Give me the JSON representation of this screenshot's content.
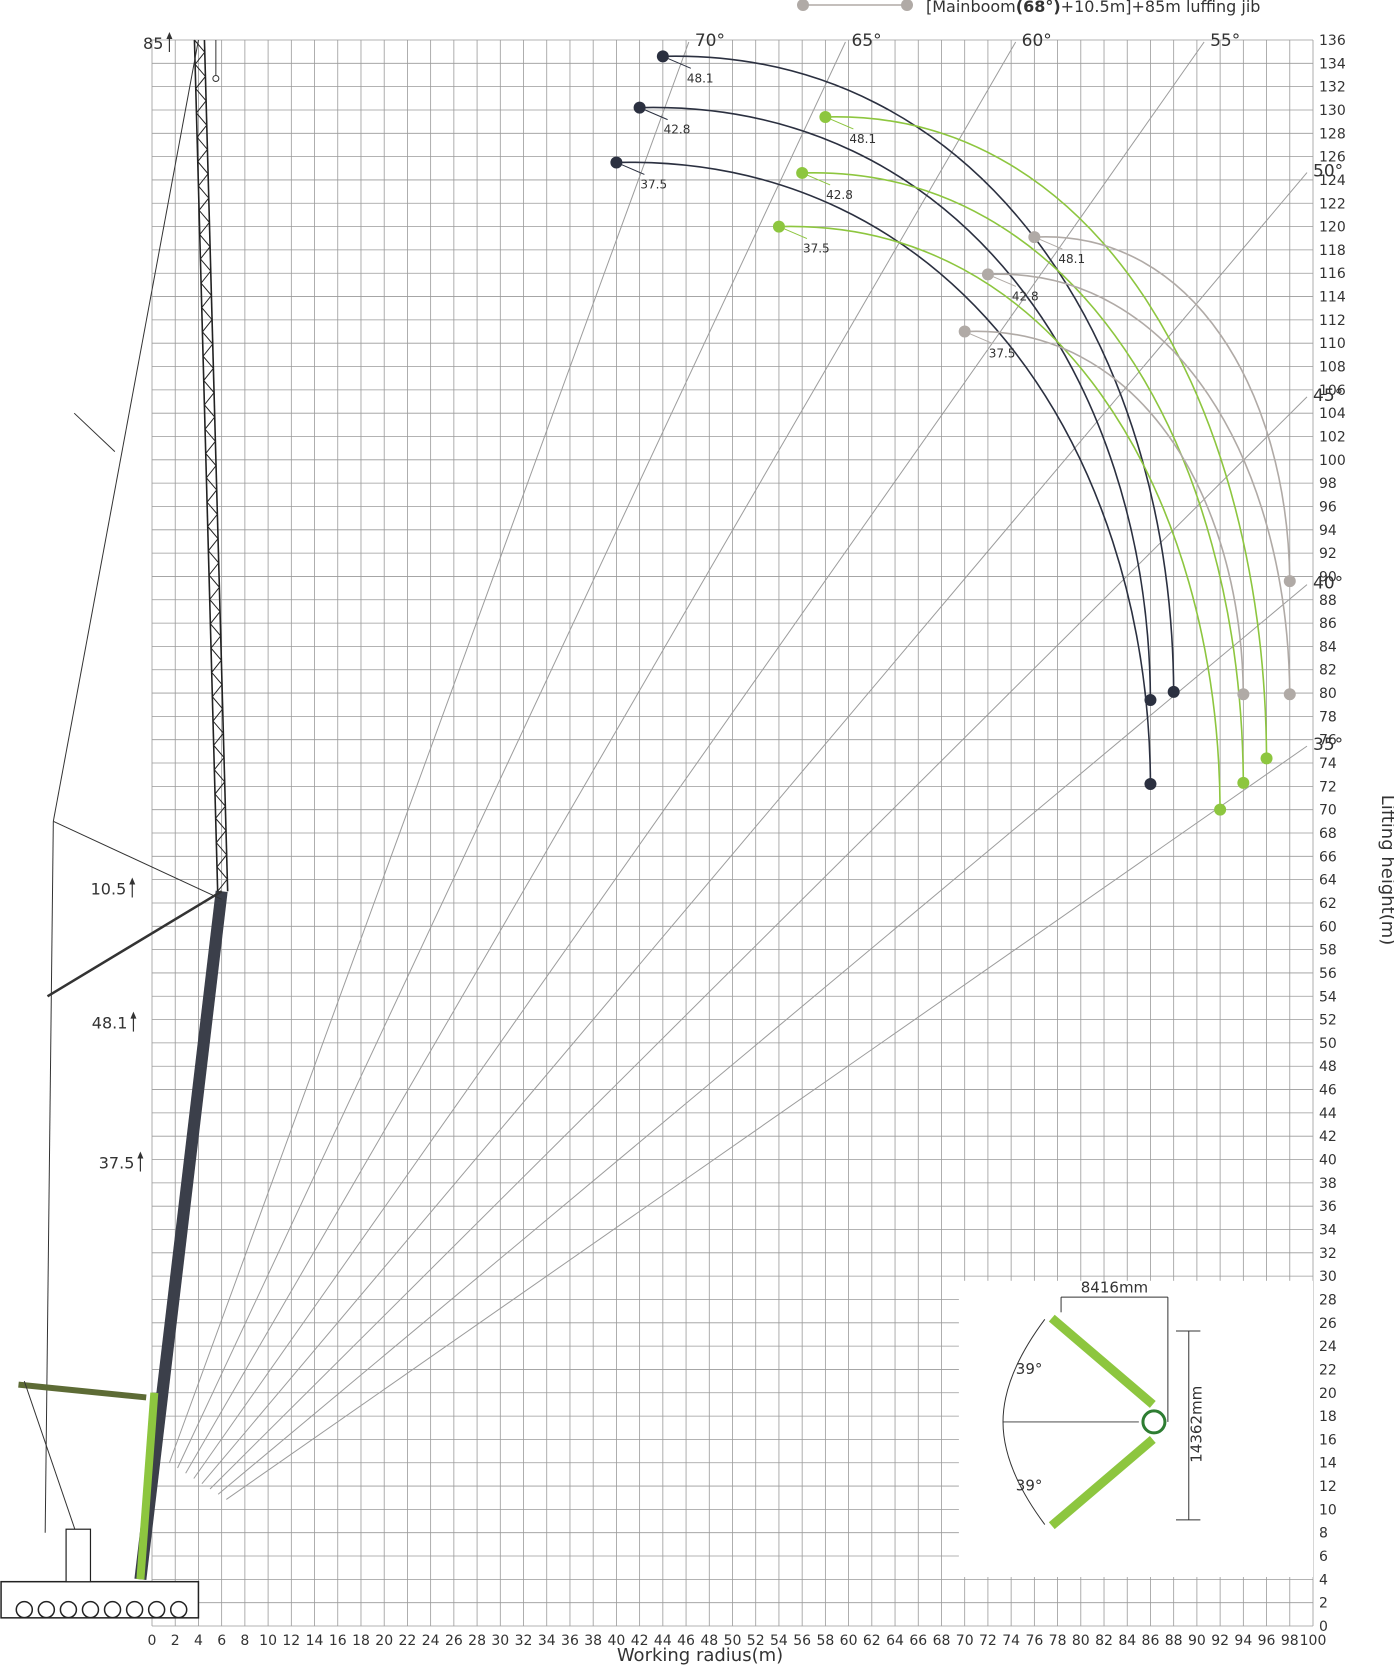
{
  "chart_data": {
    "type": "line",
    "xlabel": "Working radius(m)",
    "ylabel": "Lifting height(m)",
    "xlim": [
      0,
      100
    ],
    "ylim": [
      0,
      136
    ],
    "x_tick_step": 2,
    "y_tick_step": 2,
    "grid": true,
    "legend": {
      "position": "top-right",
      "label_prefix": "[Mainboom",
      "label_bold": "(68°)",
      "label_suffix": "+10.5m]+85m luffing jib",
      "color": "#b0aaa6"
    },
    "boom_angles": [
      {
        "label": "70°",
        "angle": 70
      },
      {
        "label": "65°",
        "angle": 65
      },
      {
        "label": "60°",
        "angle": 60
      },
      {
        "label": "55°",
        "angle": 55
      },
      {
        "label": "50°",
        "angle": 50
      },
      {
        "label": "45°",
        "angle": 45
      },
      {
        "label": "40°",
        "angle": 40
      },
      {
        "label": "35°",
        "angle": 35
      }
    ],
    "series": [
      {
        "label": "48.1",
        "color": "#2b3040",
        "points": [
          [
            44,
            134.6
          ],
          [
            88,
            80.1
          ]
        ]
      },
      {
        "label": "42.8",
        "color": "#2b3040",
        "points": [
          [
            42,
            130.2
          ],
          [
            86,
            79.4
          ]
        ]
      },
      {
        "label": "37.5",
        "color": "#2b3040",
        "points": [
          [
            40,
            125.5
          ],
          [
            86,
            72.2
          ]
        ]
      },
      {
        "label": "48.1",
        "color": "#8dc63f",
        "points": [
          [
            58,
            129.4
          ],
          [
            96,
            74.4
          ]
        ]
      },
      {
        "label": "42.8",
        "color": "#8dc63f",
        "points": [
          [
            56,
            124.6
          ],
          [
            94,
            72.3
          ]
        ]
      },
      {
        "label": "37.5",
        "color": "#8dc63f",
        "points": [
          [
            54,
            120.0
          ],
          [
            92,
            70.0
          ]
        ]
      },
      {
        "label": "48.1",
        "color": "#b0aaa6",
        "points": [
          [
            76,
            119.1
          ],
          [
            98,
            89.6
          ]
        ]
      },
      {
        "label": "42.8",
        "color": "#b0aaa6",
        "points": [
          [
            72,
            115.9
          ],
          [
            98,
            79.9
          ]
        ]
      },
      {
        "label": "37.5",
        "color": "#b0aaa6",
        "points": [
          [
            70,
            111.0
          ],
          [
            94,
            79.9
          ]
        ]
      }
    ],
    "crane_annotations": [
      {
        "label": "85",
        "height": 136
      },
      {
        "label": "10.5",
        "height": 63.5
      },
      {
        "label": "48.1",
        "height": 52
      },
      {
        "label": "37.5",
        "height": 40
      }
    ],
    "inset": {
      "width_label": "8416mm",
      "height_label": "14362mm",
      "angle_upper": "39°",
      "angle_lower": "39°"
    }
  }
}
